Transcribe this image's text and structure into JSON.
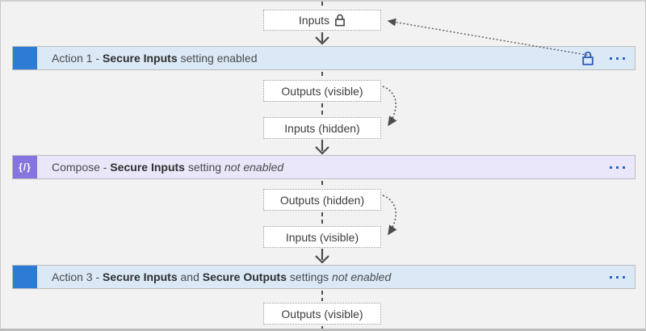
{
  "colors": {
    "background": "#f2f2f2",
    "action_bar_bg": "#dbe9f7",
    "action_icon_blue": "#2e7bd4",
    "compose_bar_bg": "#eae7fa",
    "compose_icon_purple": "#8674e1",
    "ellipsis_blue": "#2b64c0",
    "lock_blue": "#2b5cb8",
    "connector_gray": "#4c4c4c"
  },
  "icons": {
    "lock_icon": "padlock-outline",
    "more_options_icon": "···",
    "compose_icon_glyph": "{/}"
  },
  "nodes": {
    "inputs_top": {
      "label": "Inputs"
    },
    "action1": {
      "prefix": "Action 1 - ",
      "secure_inputs": "Secure Inputs",
      "suffix": " setting enabled"
    },
    "outputs_visible_1": {
      "label": "Outputs (visible)"
    },
    "inputs_hidden": {
      "label": "Inputs (hidden)"
    },
    "compose": {
      "icon_glyph": "{/}",
      "prefix": "Compose - ",
      "secure_inputs": "Secure Inputs",
      "mid": " setting ",
      "state": "not enabled"
    },
    "outputs_hidden": {
      "label": "Outputs (hidden)"
    },
    "inputs_visible": {
      "label": "Inputs (visible)"
    },
    "action3": {
      "prefix": "Action 3 - ",
      "secure_inputs": "Secure Inputs",
      "and": " and ",
      "secure_outputs": "Secure Outputs",
      "mid": " settings ",
      "state": "not enabled"
    },
    "outputs_visible_2": {
      "label": "Outputs (visible)"
    }
  }
}
